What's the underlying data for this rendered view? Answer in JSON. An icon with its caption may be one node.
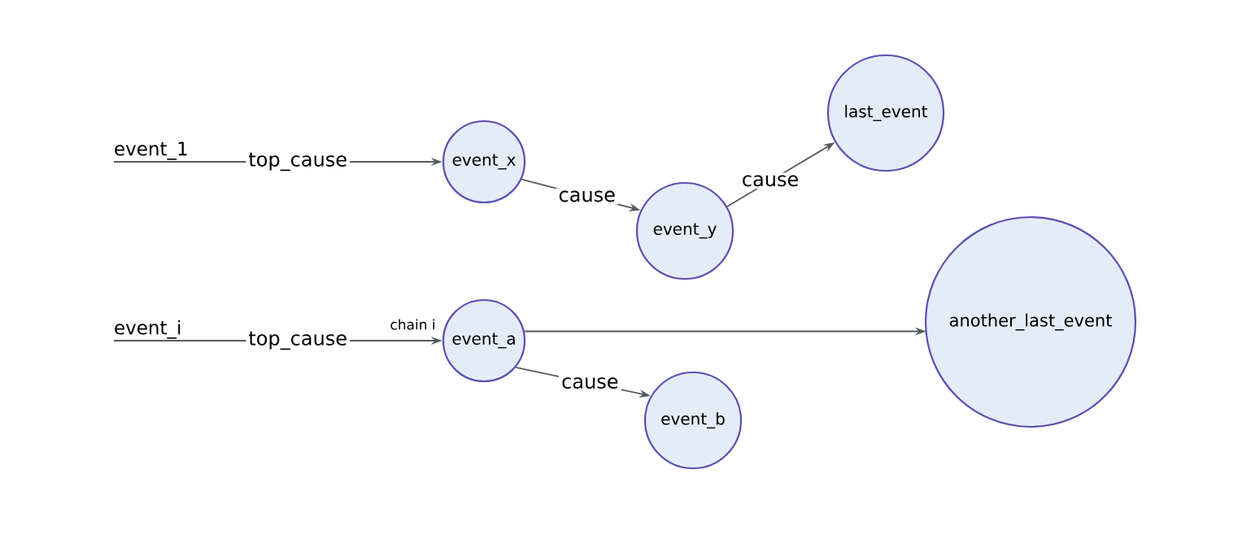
{
  "diagram": {
    "nodes": [
      {
        "text": [
          "event_1"
        ]
      },
      {
        "text": [
          "event_x"
        ]
      },
      {
        "text": [
          "event_y"
        ]
      },
      {
        "text": [
          "last_event"
        ]
      },
      {
        "text": [
          "event_i"
        ]
      },
      {
        "text": [
          "event_a"
        ]
      },
      {
        "text": [
          "another_last_event"
        ]
      },
      {
        "text": [
          "event_b"
        ]
      }
    ],
    "edges": [
      {
        "from": 0,
        "to": 1,
        "arrow": "to",
        "label": "top_cause"
      },
      {
        "from": 1,
        "to": 2,
        "arrow": "to",
        "label": "cause"
      },
      {
        "from": 2,
        "to": 3,
        "arrow": "to",
        "label": "cause"
      },
      {
        "from": 4,
        "to": 5,
        "arrow": "to",
        "label": "top_cause"
      },
      {
        "from": 5,
        "to": 6,
        "arrow": "to"
      },
      {
        "from": 5,
        "to": 7,
        "arrow": "to",
        "label": "cause"
      }
    ],
    "labels": [
      "chain i"
    ]
  }
}
